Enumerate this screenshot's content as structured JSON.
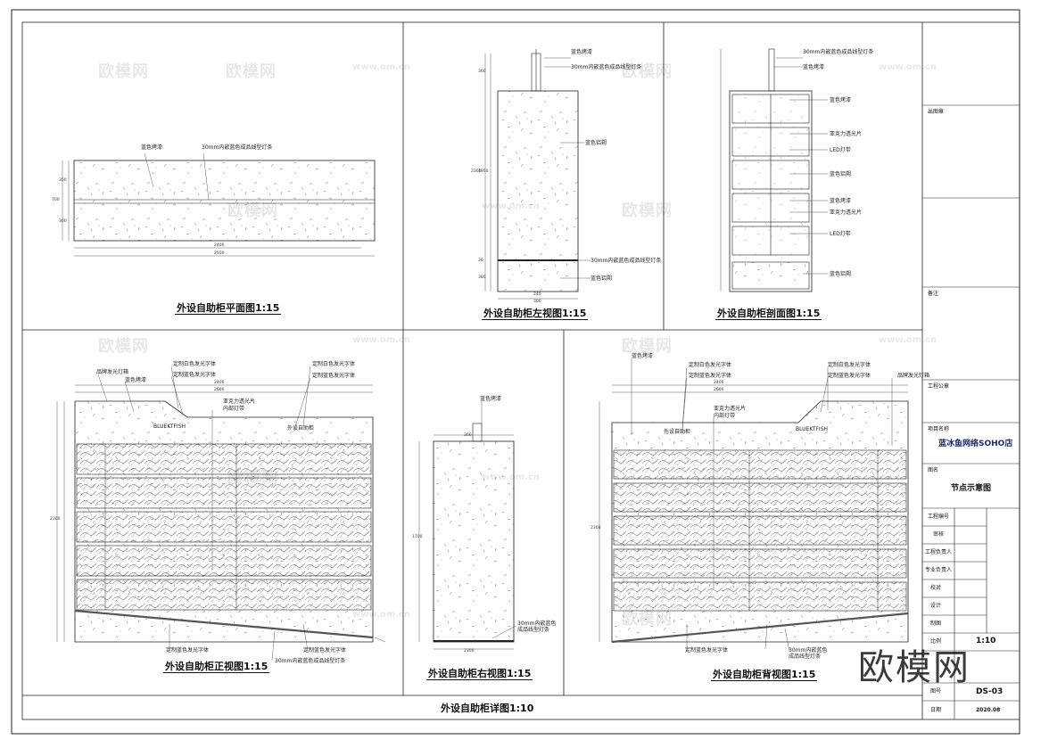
{
  "views": {
    "plan": {
      "title": "外设自助柜平面图1:15",
      "labels": [
        "蓝色烤漆",
        "30mm内嵌蓝色成品线型灯条"
      ],
      "dims": [
        "2400",
        "2500",
        "700",
        "350",
        "300"
      ]
    },
    "left": {
      "title": "外设自助柜左视图1:15",
      "labels": [
        "蓝色烤漆",
        "30mm内嵌蓝色成品线型灯条",
        "蓝色铝朔",
        "30mm内嵌蓝色成品线型灯条",
        "蓝色铝朔"
      ],
      "dims": [
        "300",
        "2300",
        "1950",
        "30",
        "380",
        "240",
        "300"
      ]
    },
    "section": {
      "title": "外设自助柜剖面图1:15",
      "labels": [
        "30mm内嵌蓝色成品线型灯条",
        "蓝色烤漆",
        "蓝色烤漆",
        "亚克力透光片",
        "LED灯带",
        "蓝色铝朔",
        "蓝色烤漆",
        "亚克力透光片",
        "LED灯带",
        "蓝色铝朔"
      ]
    },
    "front": {
      "title": "外设自助柜正视图1:15",
      "labels": [
        "品牌发光灯箱",
        "蓝色烤漆",
        "定制白色发光字体",
        "定制蓝色发光字体",
        "亚克力透光片",
        "内部灯带",
        "定制白色发光字体",
        "定制蓝色发光字体",
        "定制蓝色发光字体",
        "30mm内嵌蓝色成品线型灯条",
        "定制蓝色发光字体"
      ],
      "signs": [
        "BLUEKTFISH",
        "外设自助柜"
      ],
      "dims": [
        "2400",
        "2600",
        "2300"
      ]
    },
    "right": {
      "title": "外设自助柜右视图1:15",
      "labels": [
        "蓝色烤漆",
        "30mm内嵌蓝色",
        "成品线型灯条"
      ],
      "dims": [
        "300",
        "1700",
        "2300"
      ]
    },
    "back": {
      "title": "外设自助柜背视图1:15",
      "labels": [
        "蓝色烤漆",
        "定制白色发光字体",
        "定制蓝色发光字体",
        "亚克力透光片",
        "内部灯带",
        "定制白色发光字体",
        "定制蓝色发光字体",
        "品牌发光灯箱",
        "定制蓝色发光字体",
        "30mm内嵌蓝色",
        "成品线型灯条"
      ],
      "signs": [
        "外设自助柜",
        "BLUEKTFISH"
      ],
      "dims": [
        "2400",
        "2600",
        "2300"
      ]
    }
  },
  "sheet_title": "外设自助柜详图1:10",
  "title_block": {
    "fields": [
      "出图章",
      "备注",
      "工程公章"
    ],
    "project_label": "项目名称",
    "project_name": "蓝冰鱼网络SOHO店",
    "drawing_label": "图名",
    "drawing_name": "节点示意图",
    "rows": [
      "工程编号",
      "审核",
      "工程负责人",
      "专业负责人",
      "校对",
      "设计",
      "制图"
    ],
    "scale_label": "比例",
    "scale": "1:10",
    "sheet_label": "图号",
    "sheet_no": "DS-03",
    "date_label": "日期",
    "date": "2020.08"
  },
  "watermark": {
    "text": "欧模网",
    "url": "www.om.cn",
    "brand": "欧模网"
  }
}
